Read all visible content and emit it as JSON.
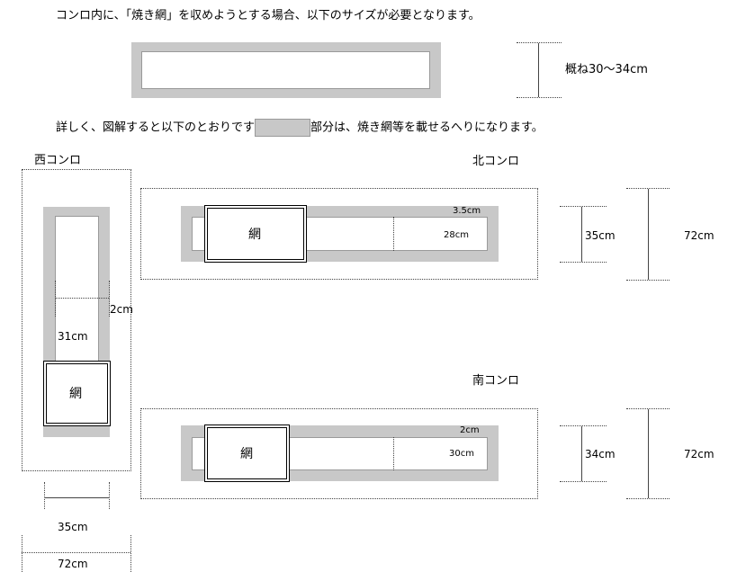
{
  "intro": {
    "line1": "コンロ内に、「焼き網」を収めようとする場合、以下のサイズが必要となります。",
    "size_label": "概ね30〜34cm",
    "line2_before": "詳しく、図解すると以下のとおりです",
    "line2_after": "部分は、焼き網等を載せるへりになります。"
  },
  "west": {
    "title": "西コンロ",
    "net_label": "網",
    "rim": "2cm",
    "inner": "31cm",
    "width_in": "35cm",
    "width_out": "72cm"
  },
  "north": {
    "title": "北コンロ",
    "net_label": "網",
    "rim": "3.5cm",
    "inner": "28cm",
    "depth_in": "35cm",
    "depth_out": "72cm"
  },
  "south": {
    "title": "南コンロ",
    "net_label": "網",
    "rim": "2cm",
    "inner": "30cm",
    "depth_in": "34cm",
    "depth_out": "72cm"
  },
  "colors": {
    "rim": "#c8c8c8",
    "line": "#444444"
  }
}
